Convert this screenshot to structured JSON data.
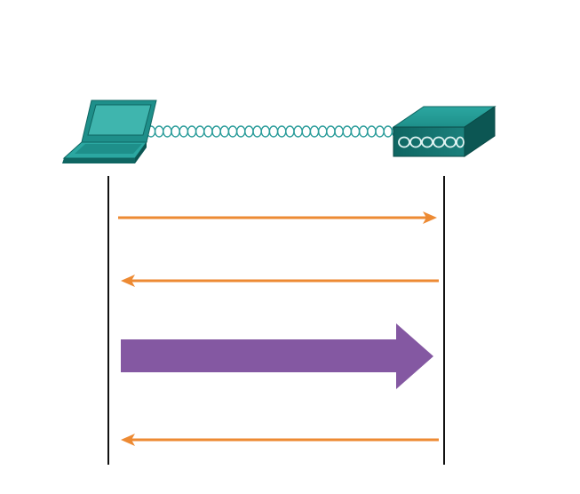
{
  "diagram": {
    "nodes": [
      {
        "id": "laptop",
        "icon": "laptop-icon"
      },
      {
        "id": "access-device",
        "icon": "network-device-icon"
      }
    ],
    "link": {
      "from": "laptop",
      "to": "access-device",
      "style": "coiled-cable"
    },
    "messages": [
      {
        "direction": "laptop-to-device",
        "weight": "thin",
        "color": "#ED8A33"
      },
      {
        "direction": "device-to-laptop",
        "weight": "thin",
        "color": "#ED8A33"
      },
      {
        "direction": "laptop-to-device",
        "weight": "thick",
        "color": "#8458A2"
      },
      {
        "direction": "device-to-laptop",
        "weight": "thin",
        "color": "#ED8A33"
      }
    ],
    "colors": {
      "device_teal": "#1E8F8A",
      "device_dark": "#0F6662",
      "screen": "#3FB5AE",
      "cable": "#2A9C9A",
      "lifeline": "#111111"
    }
  }
}
